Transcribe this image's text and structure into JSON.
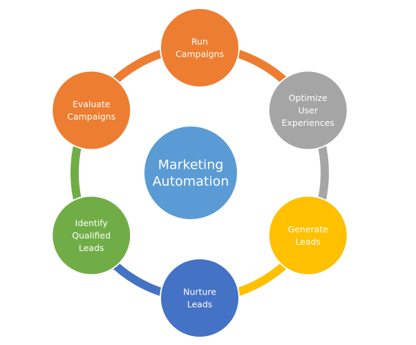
{
  "center": {
    "lines": [
      "Marketing",
      "Automation"
    ],
    "color": "#5B9BD5"
  },
  "nodes": [
    {
      "id": "run-campaigns",
      "lines": [
        "Run",
        "Campaigns"
      ],
      "color": "#ED7D31"
    },
    {
      "id": "optimize-user-experiences",
      "lines": [
        "Optimize",
        "User",
        "Experiences"
      ],
      "color": "#A5A5A5"
    },
    {
      "id": "generate-leads",
      "lines": [
        "Generate",
        "Leads"
      ],
      "color": "#FFC000"
    },
    {
      "id": "nurture-leads",
      "lines": [
        "Nurture",
        "Leads"
      ],
      "color": "#4472C4"
    },
    {
      "id": "identify-qualified-leads",
      "lines": [
        "Identify",
        "Qualified",
        "Leads"
      ],
      "color": "#70AD47"
    },
    {
      "id": "evaluate-campaigns",
      "lines": [
        "Evaluate",
        "Campaigns"
      ],
      "color": "#ED7D31"
    }
  ]
}
